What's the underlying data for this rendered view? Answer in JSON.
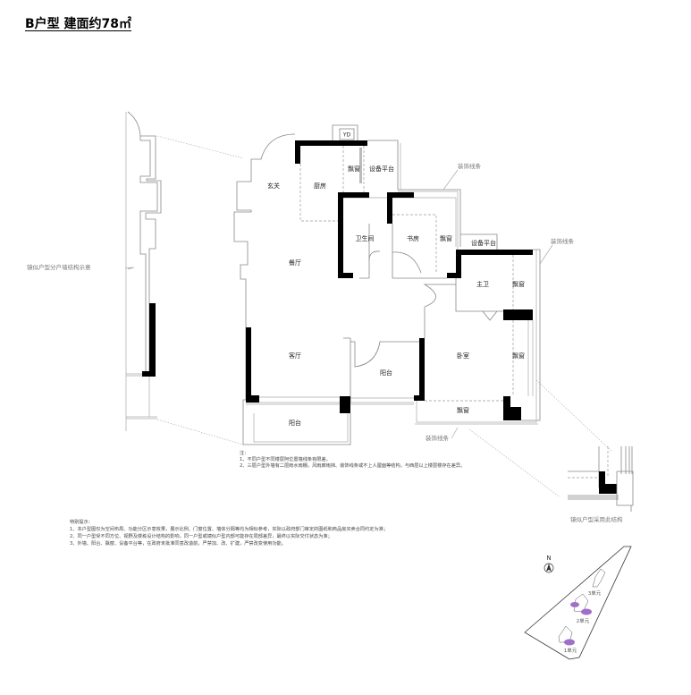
{
  "title": "B户型 建面约78㎡",
  "rooms": {
    "entry": "玄关",
    "kitchen": "厨房",
    "bay_window_kitchen": "飘窗",
    "equipment_platform_top": "设备平台",
    "bathroom": "卫生间",
    "study": "书房",
    "bay_window_study": "飘窗",
    "equipment_platform_right": "设备平台",
    "dining": "餐厅",
    "master_bath": "主卫",
    "bay_window_master_bath": "飘窗",
    "living": "客厅",
    "balcony_mid": "阳台",
    "bedroom": "卧室",
    "bay_window_bedroom_side": "飘窗",
    "bay_window_bedroom_bottom": "飘窗",
    "balcony_bottom": "阳台",
    "yd_tag": "YD"
  },
  "callouts": {
    "decor_top": "装饰线条",
    "decor_right": "装饰线条",
    "decor_bottom": "装饰线条",
    "mirror_wall": "镜似户型分户墙结构示意",
    "mirror_inset": "镜似户型采用此结构"
  },
  "notes": {
    "heading": "注：",
    "lines": [
      "1、不同户型不同楼层阿位置墙线条有限差。",
      "2、三层户型外墙有二层雨水雨棚，风雨廊雨挡、装饰线条或不上人屋面等结构，与西层以上楼层楼存在差异。"
    ]
  },
  "tips": {
    "heading": "特别提示：",
    "lines": [
      "1、本户型图仅为空间布局、功能分区示意效果，展示比例、门窗位置、墙体分隔等均为相似参考，实际以政府部门审定的图纸和商品房买卖合同约定为准；",
      "2、同一户型受不同方位、视野及楼栋设计结构的影响，同一户型或镜似户型内部可能存在局部差异，最终以实际交付状态为准；",
      "3、外墙、阳台、飘窗、设备平台等，在政府未批准同意改造前，严禁加、改、扩建，严禁改变使用功能。"
    ]
  },
  "site_plan": {
    "north": "N",
    "units": [
      "3单元",
      "2单元",
      "1单元"
    ],
    "highlight_color": "#a070c8"
  }
}
